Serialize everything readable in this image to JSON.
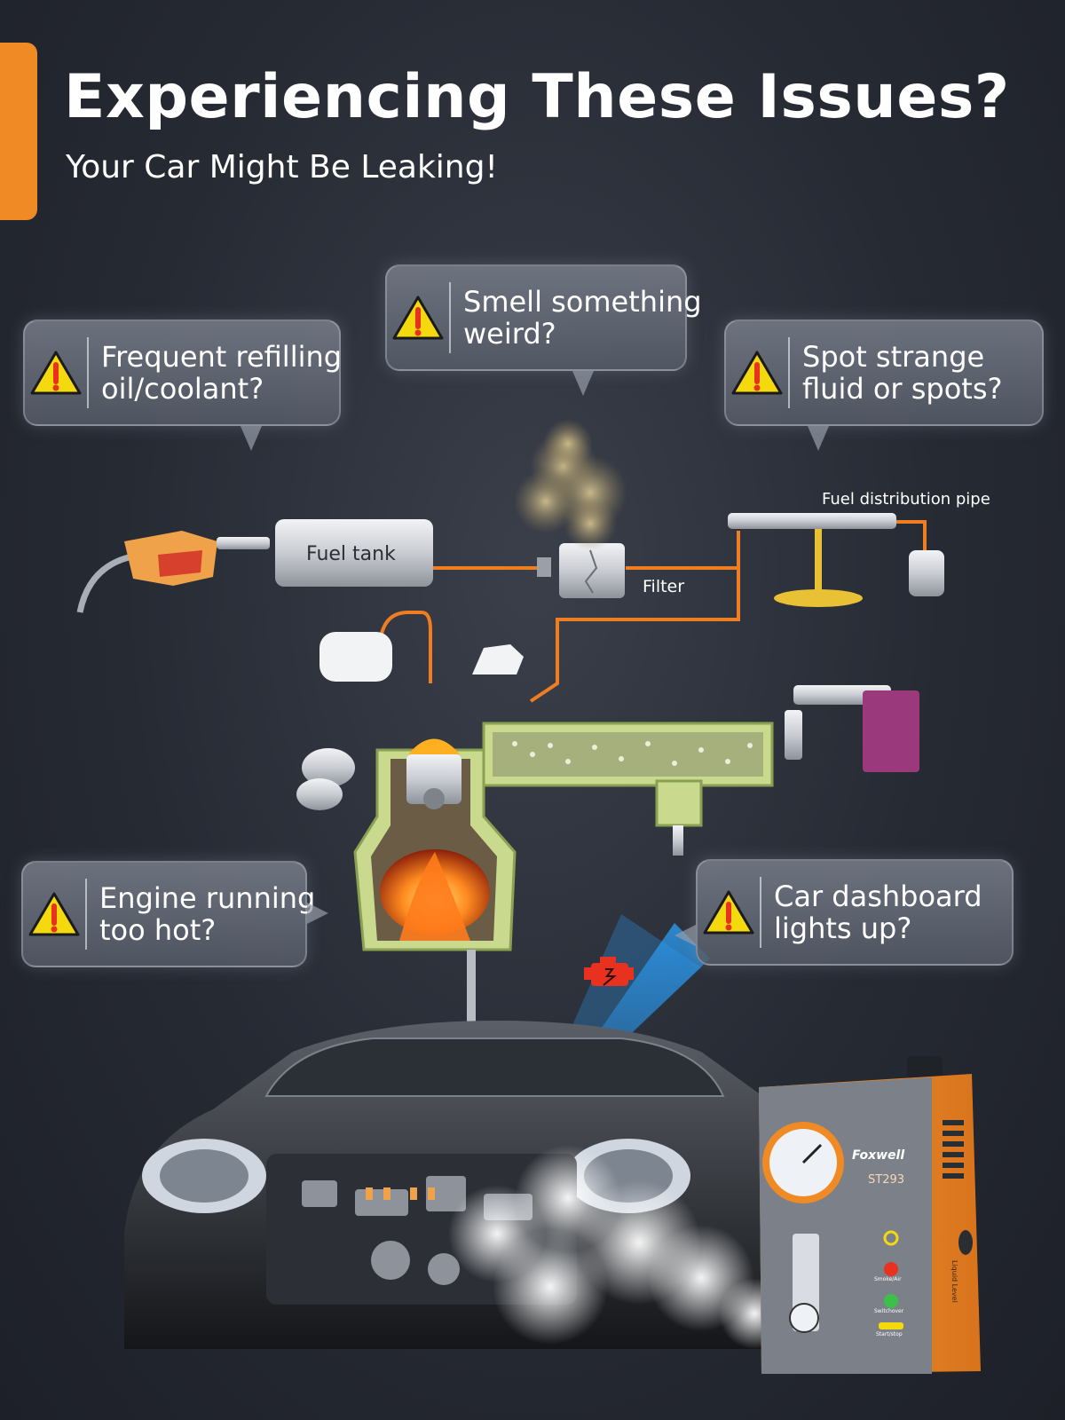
{
  "header": {
    "title": "Experiencing These Issues?",
    "subtitle": "Your Car Might Be Leaking!"
  },
  "issues": [
    {
      "line1": "Frequent refilling",
      "line2": "oil/coolant?"
    },
    {
      "line1": "Smell something",
      "line2": "weird?"
    },
    {
      "line1": "Spot strange",
      "line2": "fluid or spots?"
    },
    {
      "line1": "Engine running",
      "line2": "too hot?"
    },
    {
      "line1": "Car dashboard",
      "line2": "lights up?"
    }
  ],
  "diagram": {
    "fuel_tank": "Fuel tank",
    "filter": "Filter",
    "fuel_pipe": "Fuel distribution pipe"
  },
  "device": {
    "brand": "Foxwell",
    "model": "ST293",
    "controls": [
      "Smoke/Air",
      "Switchover",
      "Start/stop"
    ],
    "side_label": "Liquid Level"
  },
  "colors": {
    "accent": "#f08a24",
    "warning": "#f5d90f",
    "alert_red": "#e8321f",
    "pipe": "#ef7d22"
  }
}
